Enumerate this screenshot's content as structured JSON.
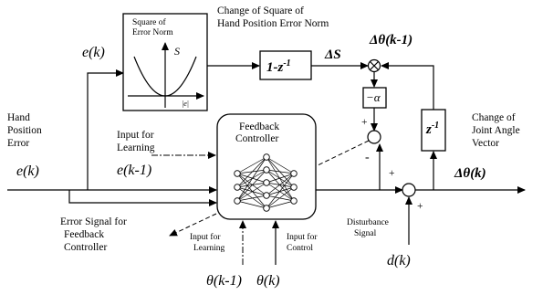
{
  "hand_error": {
    "line1": "Hand",
    "line2": "Position",
    "line3": "Error",
    "math": "e(k)"
  },
  "e_k_top": "e(k)",
  "square_box": {
    "line1": "Square of",
    "line2": "Error Norm",
    "s": "S",
    "abs_e": "|e|"
  },
  "change_square": {
    "line1": "Change of Square of",
    "line2": "Hand Position Error Norm"
  },
  "diff_block": {
    "base": "1-z",
    "exp": "-1"
  },
  "delta_s": "ΔS",
  "delta_theta_km1": "Δθ(k-1)",
  "alpha_block": "−α",
  "delay_block": {
    "base": "z",
    "exp": "-1"
  },
  "input_learning": {
    "line1": "Input for",
    "line2": "Learning",
    "math": "e(k-1)"
  },
  "feedback_controller": {
    "line1": "Feedback",
    "line2": "Controller"
  },
  "change_joint": {
    "line1": "Change of",
    "line2": "Joint Angle",
    "line3": "Vector"
  },
  "delta_theta_k": "Δθ(k)",
  "error_signal": {
    "line1": "Error Signal for",
    "line2": "Feedback",
    "line3": "Controller"
  },
  "bottom_learning": {
    "line1": "Input for",
    "line2": "Learning",
    "math": "θ(k-1)"
  },
  "bottom_control": {
    "line1": "Input for",
    "line2": "Control",
    "math": "θ(k)"
  },
  "disturbance": {
    "line1": "Disturbance",
    "line2": "Signal",
    "math": "d(k)"
  },
  "signs": {
    "plus": "+",
    "minus": "-"
  }
}
